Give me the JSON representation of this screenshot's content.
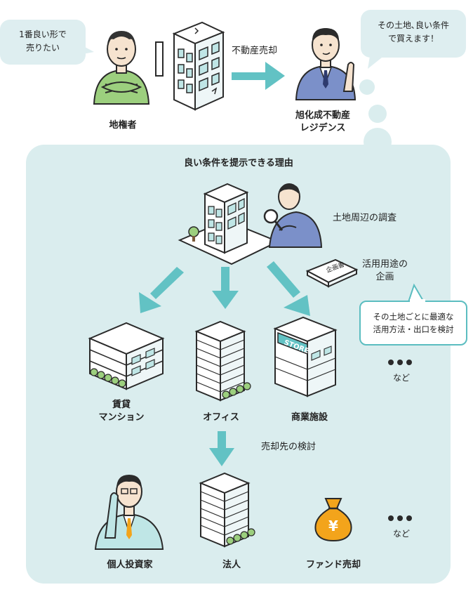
{
  "top": {
    "landowner_bubble": [
      "1番良い形で",
      "売りたい"
    ],
    "landowner_label": "地権者",
    "sale_label": "不動産売却",
    "company_label": [
      "旭化成不動産",
      "レジデンス"
    ],
    "company_bubble": [
      "その土地､良い条件",
      "で買えます！"
    ]
  },
  "panel": {
    "title": "良い条件を提示できる理由",
    "survey_label": "土地周辺の調査",
    "plan_label": [
      "活用用途の",
      "企画"
    ],
    "plan_book_text": "企画書",
    "callout": [
      "その土地ごとに最適な",
      "活用方法・出口を検討"
    ],
    "usage_options": [
      {
        "label": [
          "賃貸",
          "マンション"
        ]
      },
      {
        "label": [
          "オフィス"
        ]
      },
      {
        "label": [
          "商業施設"
        ]
      }
    ],
    "store_sign": "STORE",
    "more_usage_label": "など",
    "buyer_review_label": "売却先の検討",
    "buyers": [
      {
        "label": "個人投資家"
      },
      {
        "label": "法人"
      },
      {
        "label": "ファンド売却"
      }
    ],
    "more_buyers_label": "など",
    "yen_symbol": "¥"
  },
  "colors": {
    "teal": "#62c2c4",
    "panel_bg": "#daedee",
    "bubble_bg": "#deeef0",
    "building_window": "#bfe6e6",
    "suit_blue": "#7b90c9",
    "sweater_green": "#9ccf7e",
    "moneybag": "#f3a41b"
  }
}
